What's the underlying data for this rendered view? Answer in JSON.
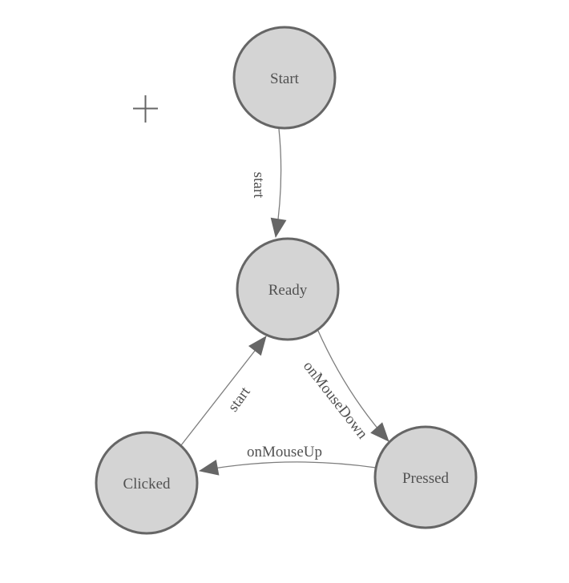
{
  "diagram": {
    "type": "state-machine",
    "nodes": [
      {
        "id": "start",
        "label": "Start"
      },
      {
        "id": "ready",
        "label": "Ready"
      },
      {
        "id": "pressed",
        "label": "Pressed"
      },
      {
        "id": "clicked",
        "label": "Clicked"
      }
    ],
    "transitions": [
      {
        "from": "Start",
        "to": "Ready",
        "label": "start"
      },
      {
        "from": "Ready",
        "to": "Pressed",
        "label": "onMouseDown"
      },
      {
        "from": "Pressed",
        "to": "Clicked",
        "label": "onMouseUp"
      },
      {
        "from": "Clicked",
        "to": "Ready",
        "label": "start"
      }
    ],
    "origin_marker_icon": "plus-crosshair"
  },
  "colors": {
    "background": "#ffffff",
    "node_fill": "#d4d4d4",
    "node_stroke": "#666666",
    "edge_stroke": "#7d7d7d",
    "arrow_fill": "#666666",
    "label_text": "#515151",
    "crosshair": "#666666"
  }
}
